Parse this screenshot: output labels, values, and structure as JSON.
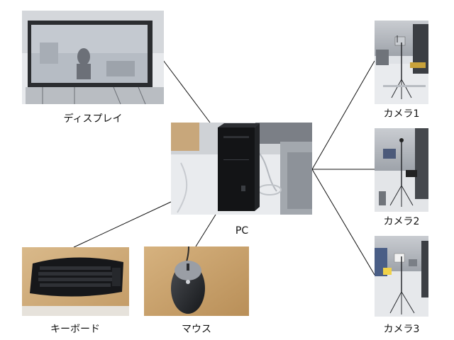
{
  "nodes": {
    "display": {
      "label": "ディスプレイ"
    },
    "pc": {
      "label": "PC"
    },
    "keyboard": {
      "label": "キーボード"
    },
    "mouse": {
      "label": "マウス"
    },
    "camera1": {
      "label": "カメラ1"
    },
    "camera2": {
      "label": "カメラ2"
    },
    "camera3": {
      "label": "カメラ3"
    }
  },
  "colors": {
    "connector": "#111111",
    "label": "#111111"
  }
}
